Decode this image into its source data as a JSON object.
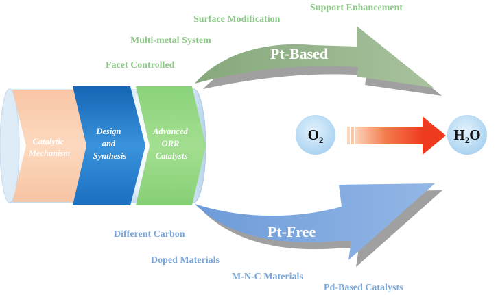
{
  "pt_based": {
    "title": "Pt-Based",
    "items": [
      "Support Enhancement",
      "Surface Modification",
      "Multi-metal System",
      "Facet Controlled"
    ]
  },
  "pt_free": {
    "title": "Pt-Free",
    "items": [
      "Different Carbon",
      "Doped Materials",
      "M-N-C Materials",
      "Pd-Based Catalysts"
    ]
  },
  "pipeline": {
    "steps": [
      {
        "lines": [
          "Catalytic",
          "Mechanism"
        ]
      },
      {
        "lines": [
          "Design",
          "and",
          "Synthesis"
        ]
      },
      {
        "lines": [
          "Advanced",
          "ORR",
          "Catalysts"
        ]
      }
    ]
  },
  "reaction": {
    "reactant": "O",
    "reactant_sub": "2",
    "product_a": "H",
    "product_sub": "2",
    "product_b": "O"
  },
  "colors": {
    "green_arrow": "#93b48a",
    "blue_arrow": "#7ea6dc",
    "green_text": "#8fc98a",
    "blue_text": "#7aa6d8",
    "step1": "#fbcfae",
    "step2": "#1f7fcf",
    "step3": "#8fd47a",
    "circle": "#b9dcf5",
    "reaction_arrow": "#f15a2a"
  }
}
